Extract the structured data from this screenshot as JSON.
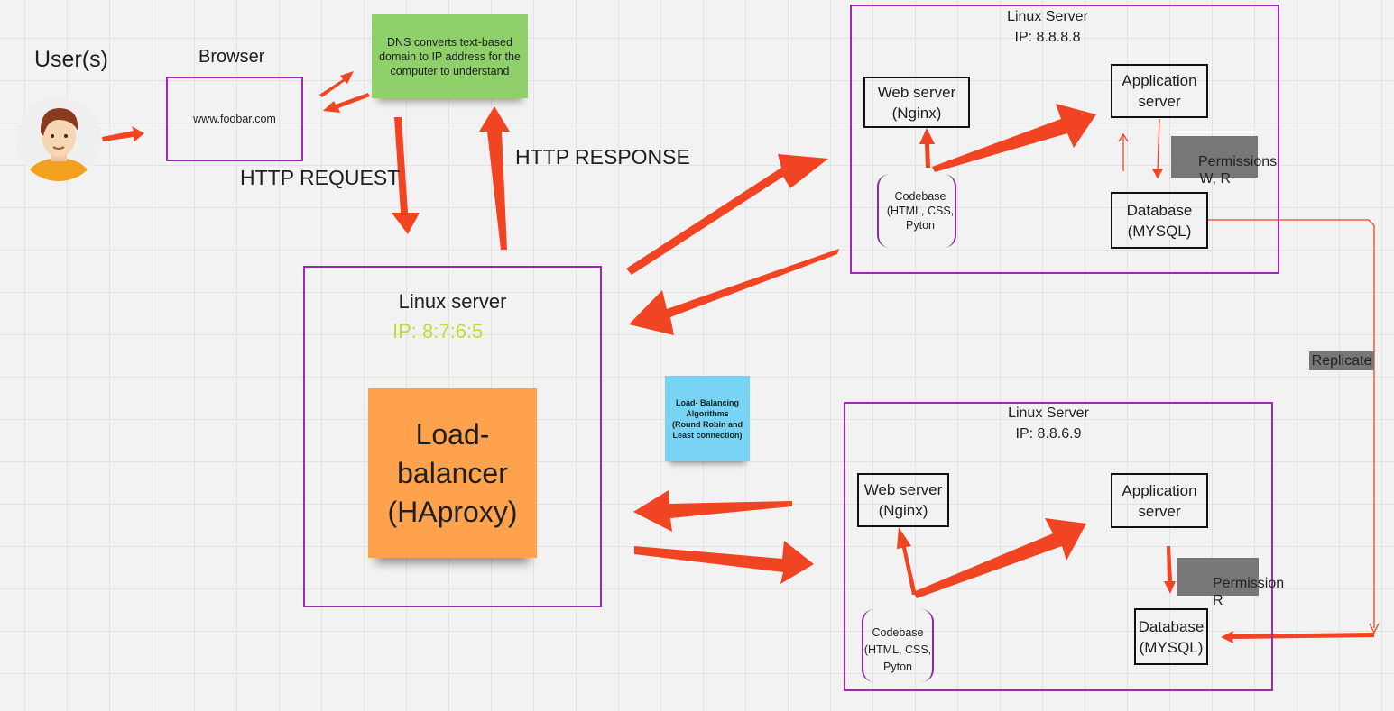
{
  "users": {
    "label": "User(s)",
    "avatar_icon": "user-avatar-icon"
  },
  "browser": {
    "title": "Browser",
    "url": "www.foobar.com"
  },
  "dns_note": {
    "text": "DNS converts text-based domain to IP address for the computer to understand",
    "color": "#8fd06a"
  },
  "http": {
    "request": "HTTP REQUEST",
    "response": "HTTP RESPONSE"
  },
  "load_balancer_server": {
    "title": "Linux server",
    "ip": "IP: 8:7:6:5",
    "ip_color": "#c6d83a",
    "note": "Load-\nbalancer\n(HAproxy)",
    "note_color": "#ffa24e"
  },
  "algorithms_note": {
    "text": "Load- Balancing Algorithms (Round Robin and Least connection)",
    "color": "#78d3f5"
  },
  "server_top": {
    "title": "Linux Server",
    "ip": "IP: 8.8.8.8",
    "web_server": "Web server\n(Nginx)",
    "app_server": "Application\nserver",
    "codebase": "Codebase\n(HTML, CSS,\nPyton",
    "database": "Database\n(MYSQL)",
    "permissions": "Permissions\nW, R"
  },
  "server_bottom": {
    "title": "Linux Server",
    "ip": "IP: 8.8.6.9",
    "web_server": "Web server\n(Nginx)",
    "app_server": "Application\nserver",
    "codebase": "Codebase\n(HTML, CSS,\nPyton",
    "database": "Database\n(MYSQL)",
    "permissions": "Permission\nR"
  },
  "replicate": {
    "label": "Replicate"
  },
  "colors": {
    "frame": "#9b2bb0",
    "arrow": "#f04423"
  }
}
